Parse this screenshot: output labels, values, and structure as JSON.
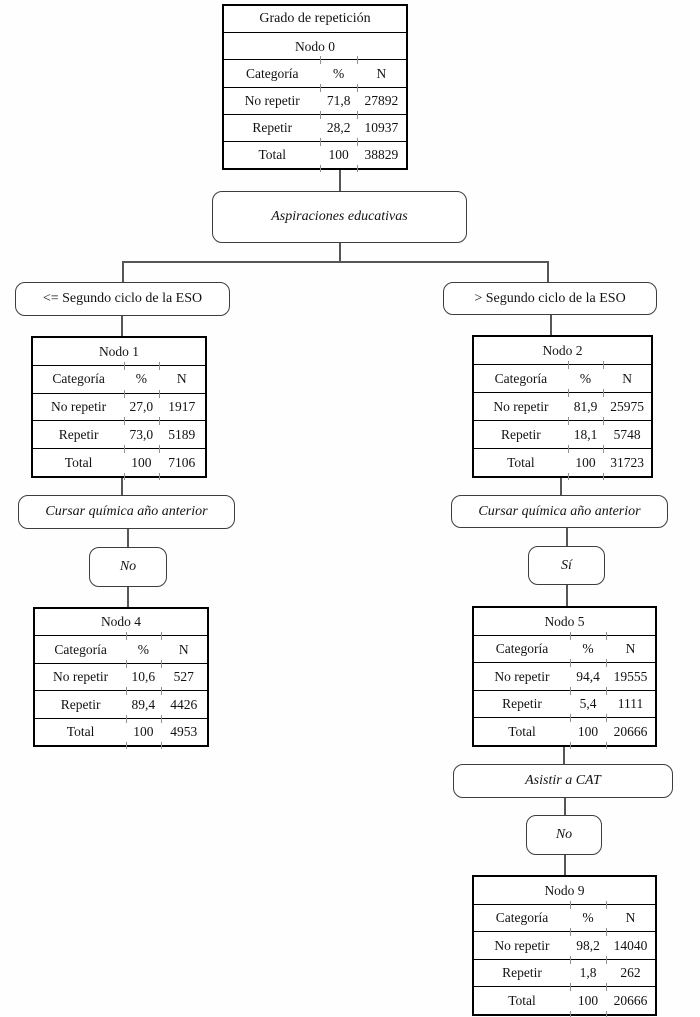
{
  "table_headers": [
    "Categoría",
    "%",
    "N"
  ],
  "tree": {
    "node0": {
      "variable_title": "Grado de repetición",
      "label": "Nodo 0",
      "rows": [
        [
          "No repetir",
          "71,8",
          "27892"
        ],
        [
          "Repetir",
          "28,2",
          "10937"
        ],
        [
          "Total",
          "100",
          "38829"
        ]
      ]
    },
    "split1": {
      "variable": "Aspiraciones educativas",
      "left_value": "<= Segundo ciclo de la ESO",
      "right_value": "> Segundo ciclo de la ESO"
    },
    "node1": {
      "label": "Nodo 1",
      "rows": [
        [
          "No repetir",
          "27,0",
          "1917"
        ],
        [
          "Repetir",
          "73,0",
          "5189"
        ],
        [
          "Total",
          "100",
          "7106"
        ]
      ]
    },
    "node2": {
      "label": "Nodo 2",
      "rows": [
        [
          "No repetir",
          "81,9",
          "25975"
        ],
        [
          "Repetir",
          "18,1",
          "5748"
        ],
        [
          "Total",
          "100",
          "31723"
        ]
      ]
    },
    "split_left": {
      "variable": "Cursar química año anterior",
      "value": "No"
    },
    "split_right": {
      "variable": "Cursar química año anterior",
      "value": "Sí"
    },
    "node4": {
      "label": "Nodo 4",
      "rows": [
        [
          "No repetir",
          "10,6",
          "527"
        ],
        [
          "Repetir",
          "89,4",
          "4426"
        ],
        [
          "Total",
          "100",
          "4953"
        ]
      ]
    },
    "node5": {
      "label": "Nodo 5",
      "rows": [
        [
          "No repetir",
          "94,4",
          "19555"
        ],
        [
          "Repetir",
          "5,4",
          "1111"
        ],
        [
          "Total",
          "100",
          "20666"
        ]
      ]
    },
    "split_cat": {
      "variable": "Asistir a CAT",
      "value": "No"
    },
    "node9": {
      "label": "Nodo 9",
      "rows": [
        [
          "No repetir",
          "98,2",
          "14040"
        ],
        [
          "Repetir",
          "1,8",
          "262"
        ],
        [
          "Total",
          "100",
          "20666"
        ]
      ]
    }
  }
}
